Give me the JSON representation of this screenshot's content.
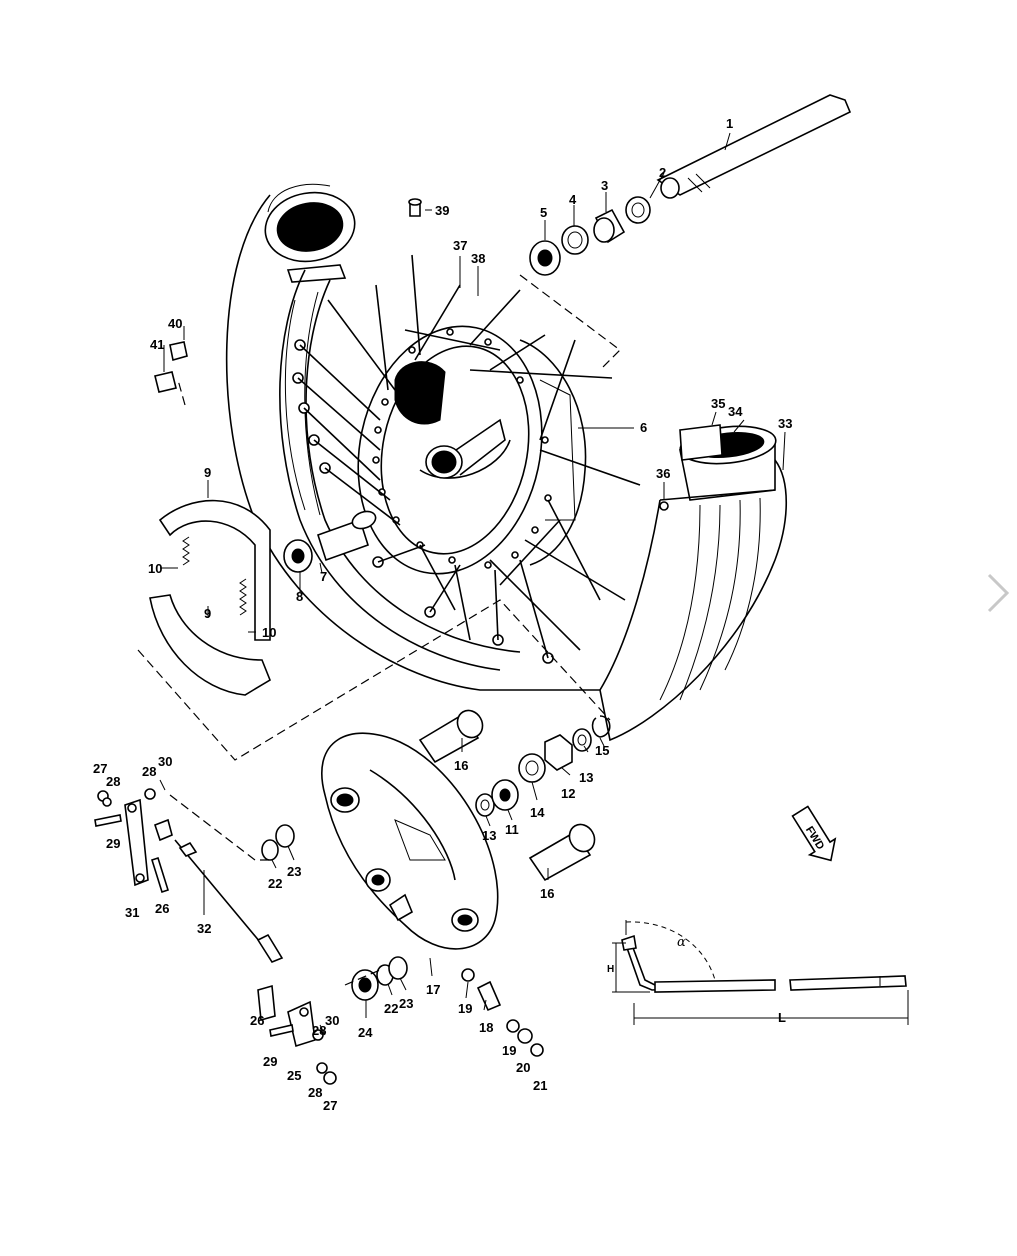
{
  "callouts": [
    {
      "id": "p1",
      "text": "1"
    },
    {
      "id": "p2",
      "text": "2"
    },
    {
      "id": "p3",
      "text": "3"
    },
    {
      "id": "p4",
      "text": "4"
    },
    {
      "id": "p5",
      "text": "5"
    },
    {
      "id": "p6",
      "text": "6"
    },
    {
      "id": "p7",
      "text": "7"
    },
    {
      "id": "p8",
      "text": "8"
    },
    {
      "id": "p9a",
      "text": "9"
    },
    {
      "id": "p9b",
      "text": "9"
    },
    {
      "id": "p10a",
      "text": "10"
    },
    {
      "id": "p10b",
      "text": "10"
    },
    {
      "id": "p11",
      "text": "11"
    },
    {
      "id": "p12",
      "text": "12"
    },
    {
      "id": "p13a",
      "text": "13"
    },
    {
      "id": "p13b",
      "text": "13"
    },
    {
      "id": "p14",
      "text": "14"
    },
    {
      "id": "p15",
      "text": "15"
    },
    {
      "id": "p16a",
      "text": "16"
    },
    {
      "id": "p16b",
      "text": "16"
    },
    {
      "id": "p17",
      "text": "17"
    },
    {
      "id": "p18",
      "text": "18"
    },
    {
      "id": "p19a",
      "text": "19"
    },
    {
      "id": "p19b",
      "text": "19"
    },
    {
      "id": "p20",
      "text": "20"
    },
    {
      "id": "p21",
      "text": "21"
    },
    {
      "id": "p22a",
      "text": "22"
    },
    {
      "id": "p22b",
      "text": "22"
    },
    {
      "id": "p23a",
      "text": "23"
    },
    {
      "id": "p23b",
      "text": "23"
    },
    {
      "id": "p24",
      "text": "24"
    },
    {
      "id": "p25",
      "text": "25"
    },
    {
      "id": "p26a",
      "text": "26"
    },
    {
      "id": "p26b",
      "text": "26"
    },
    {
      "id": "p27a",
      "text": "27"
    },
    {
      "id": "p27b",
      "text": "27"
    },
    {
      "id": "p28a",
      "text": "28"
    },
    {
      "id": "p28b",
      "text": "28"
    },
    {
      "id": "p28c",
      "text": "28"
    },
    {
      "id": "p28d",
      "text": "28"
    },
    {
      "id": "p29a",
      "text": "29"
    },
    {
      "id": "p29b",
      "text": "29"
    },
    {
      "id": "p30a",
      "text": "30"
    },
    {
      "id": "p30b",
      "text": "30"
    },
    {
      "id": "p31",
      "text": "31"
    },
    {
      "id": "p32",
      "text": "32"
    },
    {
      "id": "p33",
      "text": "33"
    },
    {
      "id": "p34",
      "text": "34"
    },
    {
      "id": "p35",
      "text": "35"
    },
    {
      "id": "p36",
      "text": "36"
    },
    {
      "id": "p37",
      "text": "37"
    },
    {
      "id": "p38",
      "text": "38"
    },
    {
      "id": "p39",
      "text": "39"
    },
    {
      "id": "p40",
      "text": "40"
    },
    {
      "id": "p41",
      "text": "41"
    }
  ],
  "fwd_marker": "FWD",
  "cable_inset": {
    "angle_label": "α",
    "height_label": "H",
    "length_label": "L"
  },
  "nav": {
    "next_icon": "chevron-right-icon"
  }
}
